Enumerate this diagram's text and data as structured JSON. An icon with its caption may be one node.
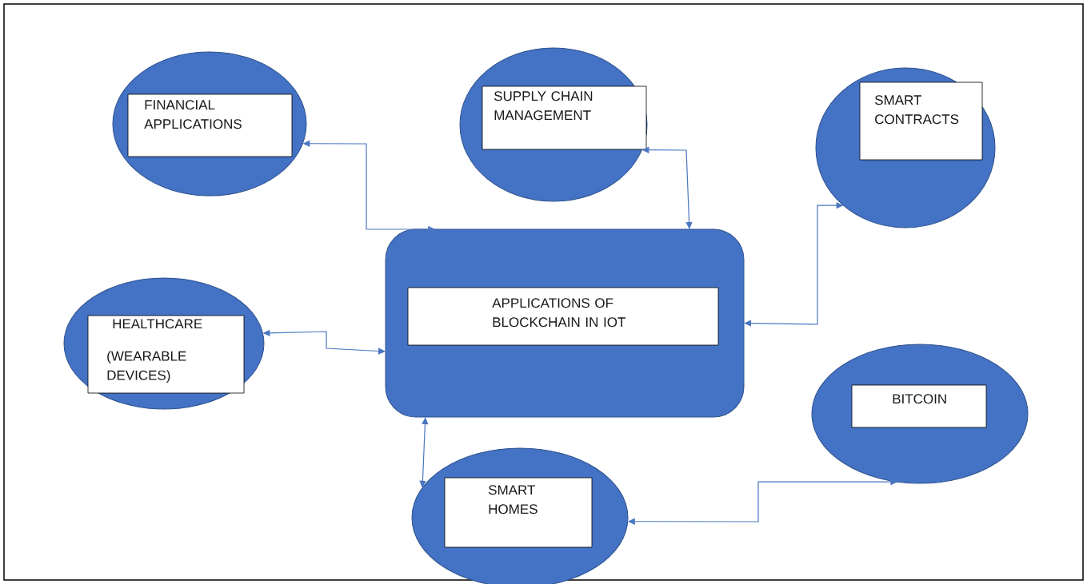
{
  "diagram": {
    "nodes": [
      {
        "text": [
          "FINANCIAL APPLICATIONS"
        ]
      },
      {
        "text": [
          "SUPPLY CHAIN MANAGEMENT"
        ]
      },
      {
        "text": [
          "SMART CONTRACTS"
        ]
      },
      {
        "text": [
          "APPLICATIONS OF BLOCKCHAIN IN IOT"
        ]
      },
      {
        "text": [
          "HEALTHCARE",
          "(WEARABLE DEVICES)"
        ]
      },
      {
        "text": [
          "BITCOIN"
        ]
      },
      {
        "text": [
          "SMART HOMES"
        ]
      }
    ],
    "edges": [
      {
        "from": 0,
        "to": 3,
        "arrow": "both"
      },
      {
        "from": 1,
        "to": 3,
        "arrow": "both"
      },
      {
        "from": 2,
        "to": 3,
        "arrow": "both"
      },
      {
        "from": 4,
        "to": 3,
        "arrow": "both"
      },
      {
        "from": 3,
        "to": 6,
        "arrow": "both"
      },
      {
        "from": 6,
        "to": 5,
        "arrow": "both"
      }
    ]
  }
}
